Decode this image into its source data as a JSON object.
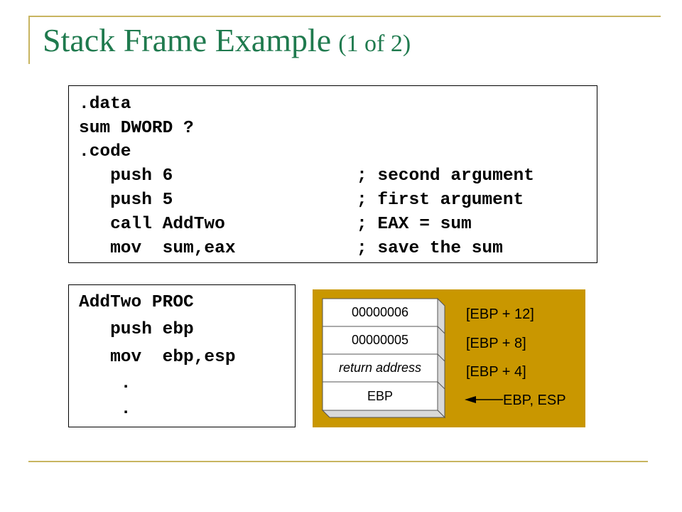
{
  "slide": {
    "title_main": "Stack Frame Example",
    "title_sub": "(1 of 2)"
  },
  "main_code": {
    "lines": [
      {
        "code": ".data",
        "comment": ""
      },
      {
        "code": "sum DWORD ?",
        "comment": ""
      },
      {
        "code": ".code",
        "comment": ""
      },
      {
        "code": "   push 6",
        "comment": "; second argument"
      },
      {
        "code": "   push 5",
        "comment": "; first argument"
      },
      {
        "code": "   call AddTwo",
        "comment": "; EAX = sum"
      },
      {
        "code": "   mov  sum,eax",
        "comment": "; save the sum"
      }
    ]
  },
  "proc_code": {
    "lines": [
      "AddTwo PROC",
      "   push ebp",
      "   mov  ebp,esp",
      "    .",
      "    ."
    ]
  },
  "stack": {
    "cells": [
      {
        "value": "00000006",
        "ref": "[EBP + 12]",
        "italic": false
      },
      {
        "value": "00000005",
        "ref": "[EBP + 8]",
        "italic": false
      },
      {
        "value": "return address",
        "ref": "[EBP + 4]",
        "italic": true
      },
      {
        "value": "EBP",
        "ref": "",
        "italic": false
      }
    ],
    "pointer_label": "EBP, ESP",
    "colors": {
      "panel": "#c99700",
      "cell": "#ffffff",
      "cell_side": "#d9d9d9"
    }
  }
}
